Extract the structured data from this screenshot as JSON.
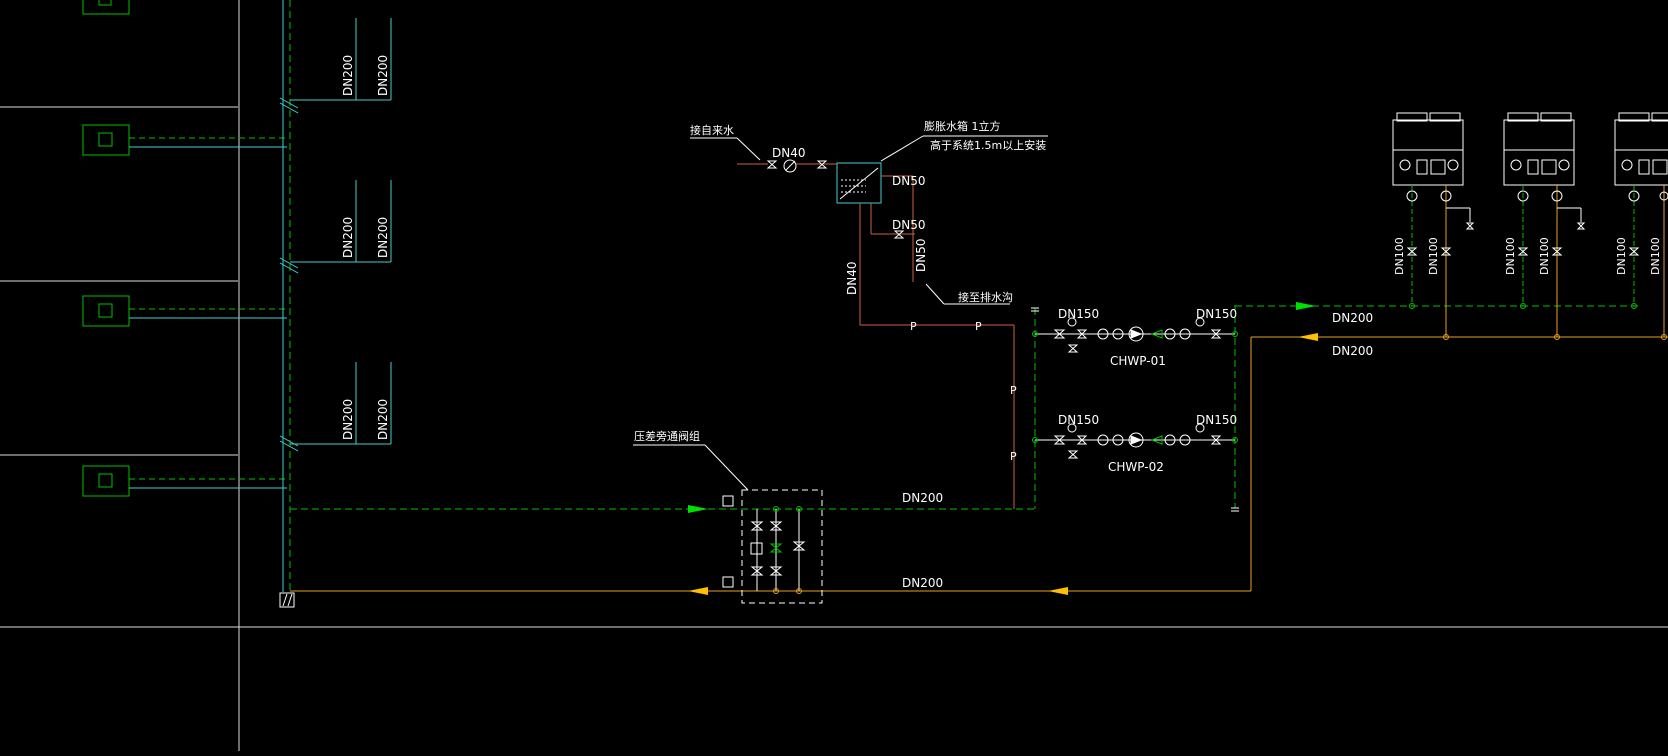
{
  "labels": {
    "dn200": "DN200",
    "dn150": "DN150",
    "dn100": "DN100",
    "dn50": "DN50",
    "dn40": "DN40",
    "pump1": "CHWP-01",
    "pump2": "CHWP-02",
    "makeup_water": "接自来水",
    "expansion_tank_line1": "膨胀水箱 1立方",
    "expansion_tank_line2": "高于系统1.5m以上安装",
    "to_drain": "接至排水沟",
    "bypass_valve_group": "压差旁通阀组",
    "pipe_p": "P"
  },
  "colors": {
    "background": "#000000",
    "supply_green": "#00c000",
    "return_orange": "#e8a020",
    "riser_cyan": "#40d0d0",
    "makeup_red": "#d06040",
    "white": "#ffffff",
    "arrow_yellow": "#ffc000",
    "arrow_green": "#00e000"
  }
}
